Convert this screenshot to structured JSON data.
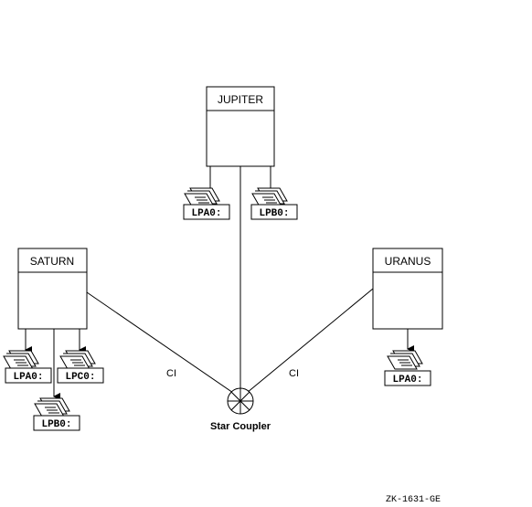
{
  "nodes": {
    "jupiter": {
      "name": "JUPITER",
      "devices": [
        "LPA0:",
        "LPB0:"
      ]
    },
    "saturn": {
      "name": "SATURN",
      "devices": [
        "LPA0:",
        "LPC0:",
        "LPB0:"
      ]
    },
    "uranus": {
      "name": "URANUS",
      "devices": [
        "LPA0:"
      ]
    }
  },
  "connections": {
    "left_label": "CI",
    "right_label": "CI"
  },
  "coupler": {
    "label": "Star Coupler"
  },
  "figure_id": "ZK-1631-GE",
  "icons": {
    "printer": "printer-icon",
    "arrow": "arrow-down-icon",
    "coupler": "star-coupler-icon"
  }
}
